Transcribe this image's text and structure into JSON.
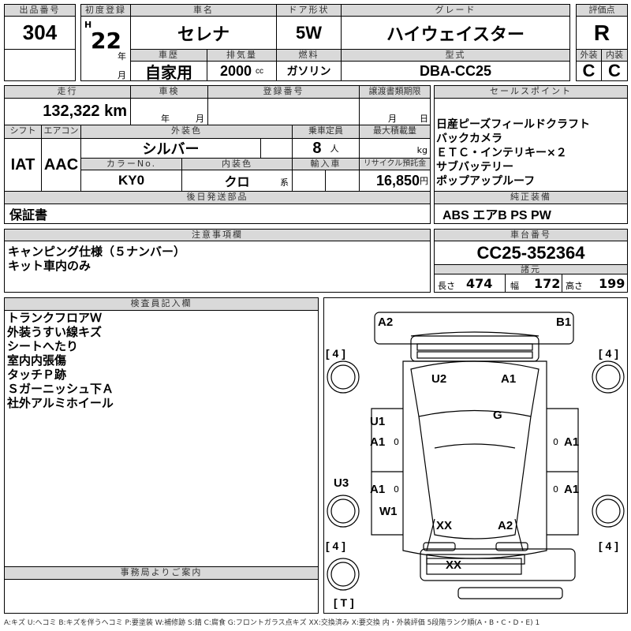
{
  "header": {
    "lot_label": "出品番号",
    "lot": "304",
    "reg_label": "初度登録",
    "era": "H",
    "year": "22",
    "year_unit": "年",
    "month_unit": "月",
    "name_label": "車名",
    "name": "セレナ",
    "door_label": "ドア形状",
    "door": "5W",
    "grade_label": "グレード",
    "grade": "ハイウェイスター",
    "score_label": "評価点",
    "score": "R",
    "ext_label": "外装",
    "int_label": "内装",
    "ext": "C",
    "int": "C",
    "history_label": "車歴",
    "history": "自家用",
    "disp_label": "排気量",
    "disp": "2000",
    "disp_unit": "cc",
    "fuel_label": "燃料",
    "fuel": "ガソリン",
    "model_label": "型式",
    "model": "DBA-CC25"
  },
  "details": {
    "mileage_label": "走行",
    "mileage": "132,322 km",
    "inspection_label": "車検",
    "insp_year": "年",
    "insp_month": "月",
    "regno_label": "登録番号",
    "transfer_label": "譲渡書類期限",
    "tr_month": "月",
    "tr_day": "日",
    "shift_label": "シフト",
    "shift": "IAT",
    "ac_label": "エアコン",
    "ac": "AAC",
    "color_label": "外装色",
    "color": "シルバー",
    "capacity_label": "乗車定員",
    "capacity": "8",
    "capacity_unit": "人",
    "load_label": "最大積載量",
    "load_unit": "kg",
    "colorno_label": "カラーNo.",
    "colorno": "KY0",
    "interior_label": "内装色",
    "interior": "クロ",
    "interior_unit": "系",
    "import_label": "輸入車",
    "recycle_label": "リサイクル預託金",
    "recycle": "16,850",
    "recycle_unit": "円",
    "later_label": "後日発送部品",
    "later": "保証書"
  },
  "sales": {
    "label": "セールスポイント",
    "text": "日産ピーズフィールドクラフト\nバックカメラ\nＥＴＣ・インテリキー×２\nサブバッテリー\nポップアップルーフ",
    "equip_label": "純正装備",
    "equip": "ABS エアB PS PW"
  },
  "notes": {
    "label": "注意事項欄",
    "text": "キャンピング仕様（５ナンバー）\nキット車内のみ"
  },
  "chassis": {
    "label": "車台番号",
    "value": "CC25-352364",
    "spec_label": "諸元",
    "len_label": "長さ",
    "len": "474",
    "wid_label": "幅",
    "wid": "172",
    "hgt_label": "高さ",
    "hgt": "199"
  },
  "inspector": {
    "label": "検査員記入欄",
    "text": "トランクフロアＷ\n外装うすい線キズ\nシートへたり\n室内内張傷\nタッチＰ跡\nＳガーニッシュ下Ａ\n社外アルミホイール"
  },
  "office": {
    "label": "事務局よりご案内"
  },
  "diagram": {
    "marks": [
      "A2",
      "B1",
      "U2",
      "A1",
      "G",
      "U1",
      "A1",
      "A1",
      "A1",
      "A1",
      "U3",
      "A1",
      "W1",
      "XX",
      "A2",
      "XX"
    ],
    "tires": [
      "[ 4 ]",
      "[ 4 ]",
      "[ 4 ]",
      "[ 4 ]",
      "[ T ]"
    ],
    "zeros": [
      "0",
      "0",
      "0",
      "0"
    ]
  },
  "legend": "A:キズ U:ヘコミ B:キズを伴うヘコミ P:要塗装 W:補修跡 S:錆 C:腐食 G:フロントガラス点キズ XX:交換済み X:要交換  内・外装評価  5段階ランク順(A・B・C・D・E) 1"
}
